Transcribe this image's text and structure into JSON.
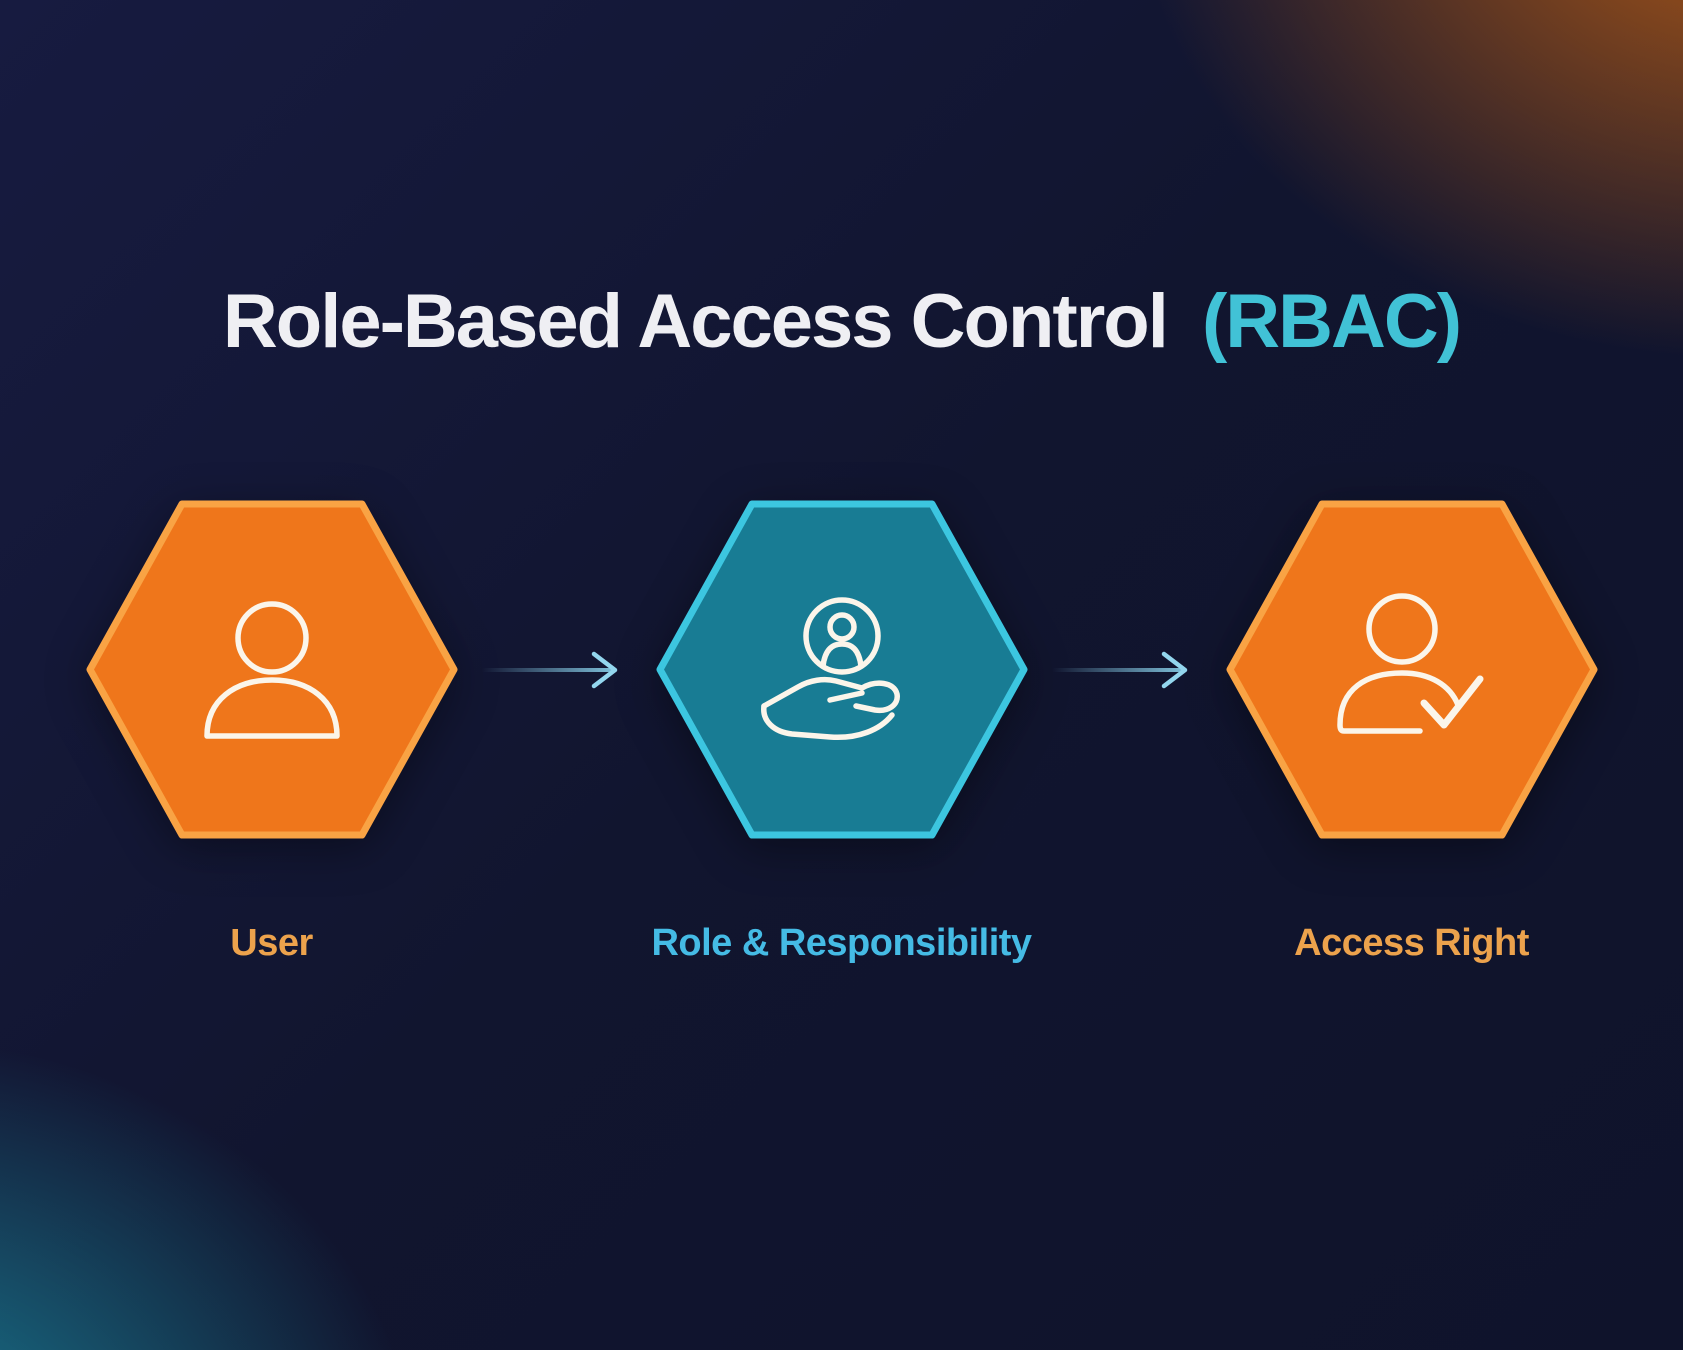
{
  "title": {
    "main": "Role-Based Access Control",
    "highlight": "(RBAC)"
  },
  "steps": [
    {
      "label": "User",
      "icon": "user-icon",
      "variant": "orange",
      "fill": "#EF761B",
      "border": "#F9A344",
      "label_color": "#ECA24C"
    },
    {
      "label": "Role & Responsibility",
      "icon": "hand-holding-user-icon",
      "variant": "teal",
      "fill": "#187C94",
      "border": "#3CC6E0",
      "label_color": "#45BBE5"
    },
    {
      "label": "Access Right",
      "icon": "user-check-icon",
      "variant": "orange",
      "fill": "#EF761B",
      "border": "#F9A344",
      "label_color": "#ECA24C"
    }
  ],
  "connectors": [
    {
      "icon": "arrow-right-icon",
      "color": "#93D6EE"
    },
    {
      "icon": "arrow-right-icon",
      "color": "#93D6EE"
    }
  ],
  "colors": {
    "background": "#10142E",
    "glow_top_right": "#BE5F14",
    "glow_bottom_left": "#1B8BA2",
    "title_text": "#EFEFF3",
    "title_highlight": "#41C2D6",
    "icon_stroke": "#FBF5EA"
  }
}
